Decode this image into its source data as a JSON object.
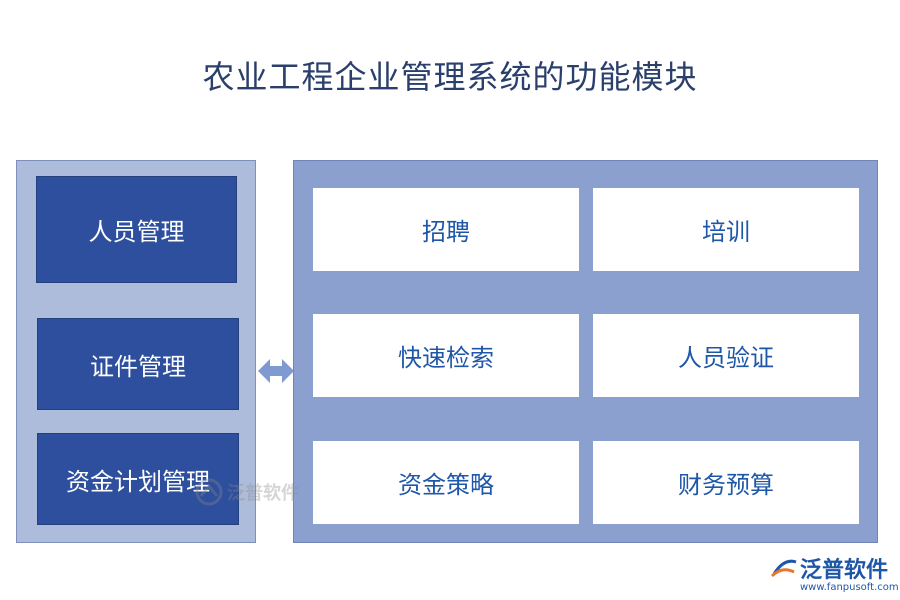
{
  "title": "农业工程企业管理系统的功能模块",
  "left_modules": [
    "人员管理",
    "证件管理",
    "资金计划管理"
  ],
  "right_functions": [
    [
      "招聘",
      "培训"
    ],
    [
      "快速检索",
      "人员验证"
    ],
    [
      "资金策略",
      "财务预算"
    ]
  ],
  "watermark": "泛普软件",
  "logo": {
    "brand": "泛普软件",
    "url": "www.fanpusoft.com"
  },
  "colors": {
    "title": "#2a3f6b",
    "left_panel": "#aebcdc",
    "left_box": "#2d4f9e",
    "right_panel": "#8ba0cf",
    "right_text": "#1f57a8",
    "arrow": "#7f9ad0"
  }
}
